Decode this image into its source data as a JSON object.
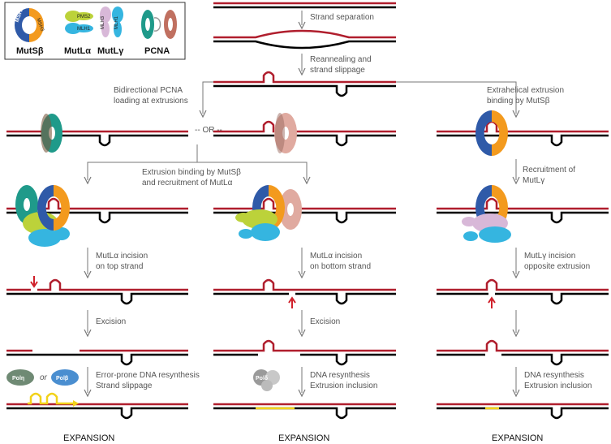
{
  "legend": {
    "mutsb": "MutSβ",
    "mutla": "MutLα",
    "mutlg": "MutLγ",
    "pcna": "PCNA",
    "msh2": "MSH2",
    "msh3": "MSH3",
    "pms2": "PMS2",
    "mlh1": "MLH1",
    "mlh1b": "MLH1",
    "mlh3": "MLH3"
  },
  "steps": {
    "strand_separation": "Strand separation",
    "reanneal_1": "Reannealing and",
    "reanneal_2": "strand slippage",
    "bidir_1": "Bidirectional PCNA",
    "bidir_2": "loading at extrusions",
    "extra_1": "Extrahelical extrusion",
    "extra_2": "binding by MutSβ",
    "or": "-- OR --",
    "ext_bind_1": "Extrusion binding by MutSβ",
    "ext_bind_2": "and recruitment of MutLα",
    "recruit_1": "Recruitment of",
    "recruit_2": "MutLγ",
    "inc_top_1": "MutLα incision",
    "inc_top_2": "on top strand",
    "inc_bot_1": "MutLα incision",
    "inc_bot_2": "on bottom strand",
    "inc_opp_1": "MutLγ incision",
    "inc_opp_2": "opposite extrusion",
    "excision_1": "Excision",
    "excision_2": "Excision",
    "resyn_err_1": "Error-prone DNA resynthesis",
    "resyn_err_2": "Strand slippage",
    "resyn_mid_1": "DNA resynthesis",
    "resyn_mid_2": "Extrusion inclusion",
    "resyn_right_1": "DNA resynthesis",
    "resyn_right_2": "Extrusion inclusion"
  },
  "polymerases": {
    "pol_eta": "Polη",
    "pol_or": "or",
    "pol_beta": "Polβ",
    "pol_delta": "Polδ"
  },
  "outcomes": {
    "left": "EXPANSION",
    "middle": "EXPANSION",
    "right": "EXPANSION"
  },
  "colors": {
    "dna_top": "#b01e2d",
    "dna_bottom": "#000000",
    "msh2_blue": "#2f5aa8",
    "msh3_orange": "#f39a1e",
    "pcna_teal": "#1f9a8a",
    "pcna_pink": "#e0aaa0",
    "mutla_green": "#bcd23a",
    "mutla_cyan": "#35b5e0",
    "mutlg_lilac": "#d8b8d8",
    "resynthesis_yellow": "#f2d21a",
    "incision_arrow": "#d0202a"
  }
}
